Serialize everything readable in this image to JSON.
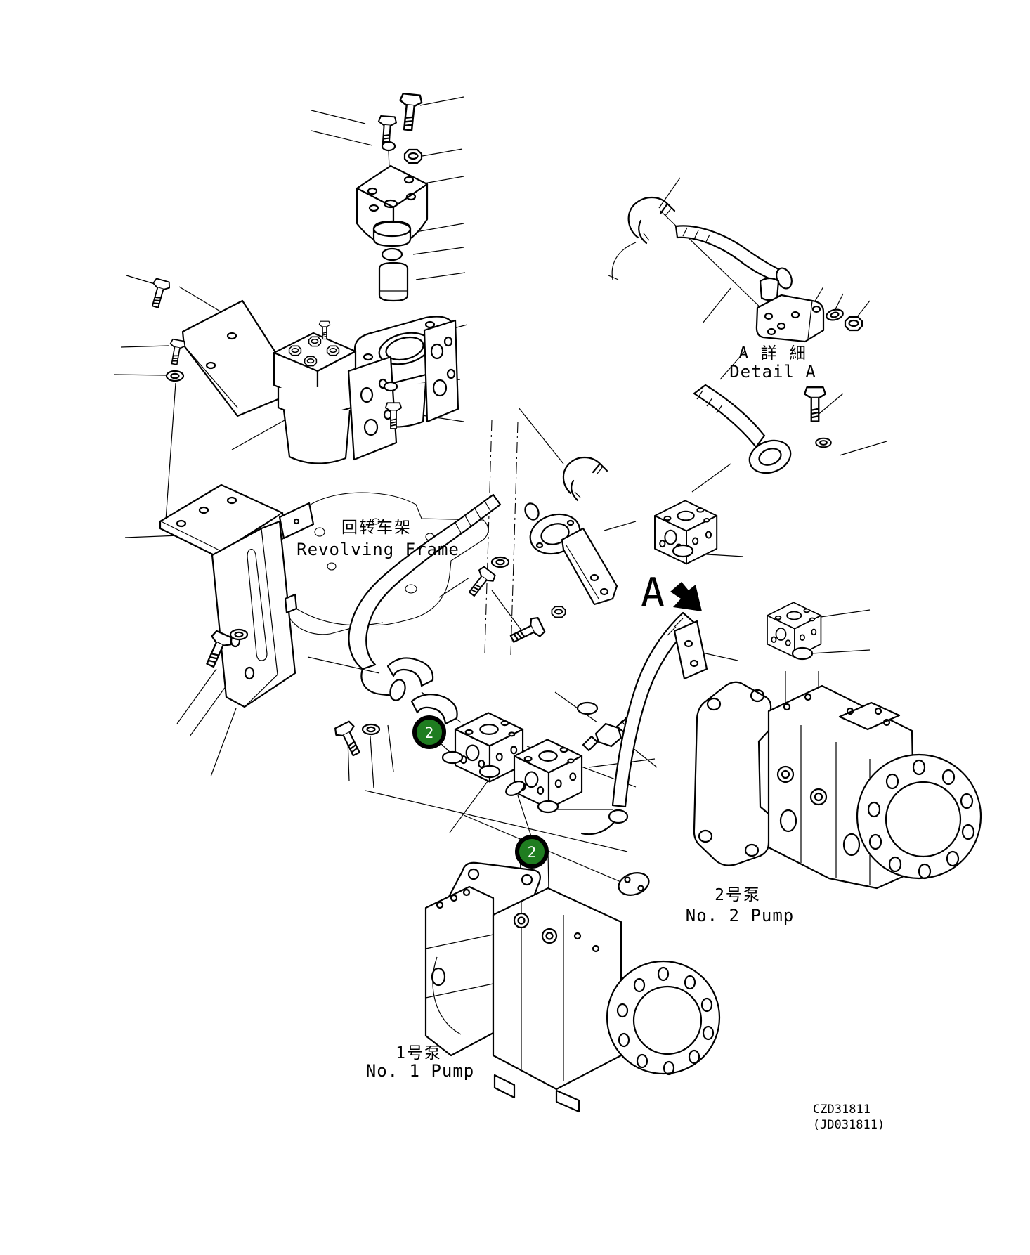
{
  "labels": {
    "revolving_frame_zh": "回转车架",
    "revolving_frame_en": "Revolving Frame",
    "detail_a_zh": "A 詳 細",
    "detail_a_en": "Detail A",
    "pump2_zh": "2号泵",
    "pump2_en": "No. 2 Pump",
    "pump1_zh": "1号泵",
    "pump1_en": "No. 1 Pump",
    "view_marker": "A",
    "code_line1": "CZD31811",
    "code_line2": "(JD031811)"
  },
  "callouts": {
    "c1": {
      "label": "2"
    },
    "c2": {
      "label": "2"
    }
  },
  "colors": {
    "line": "#000000",
    "background": "#ffffff",
    "callout_green": "#1f7d20"
  }
}
